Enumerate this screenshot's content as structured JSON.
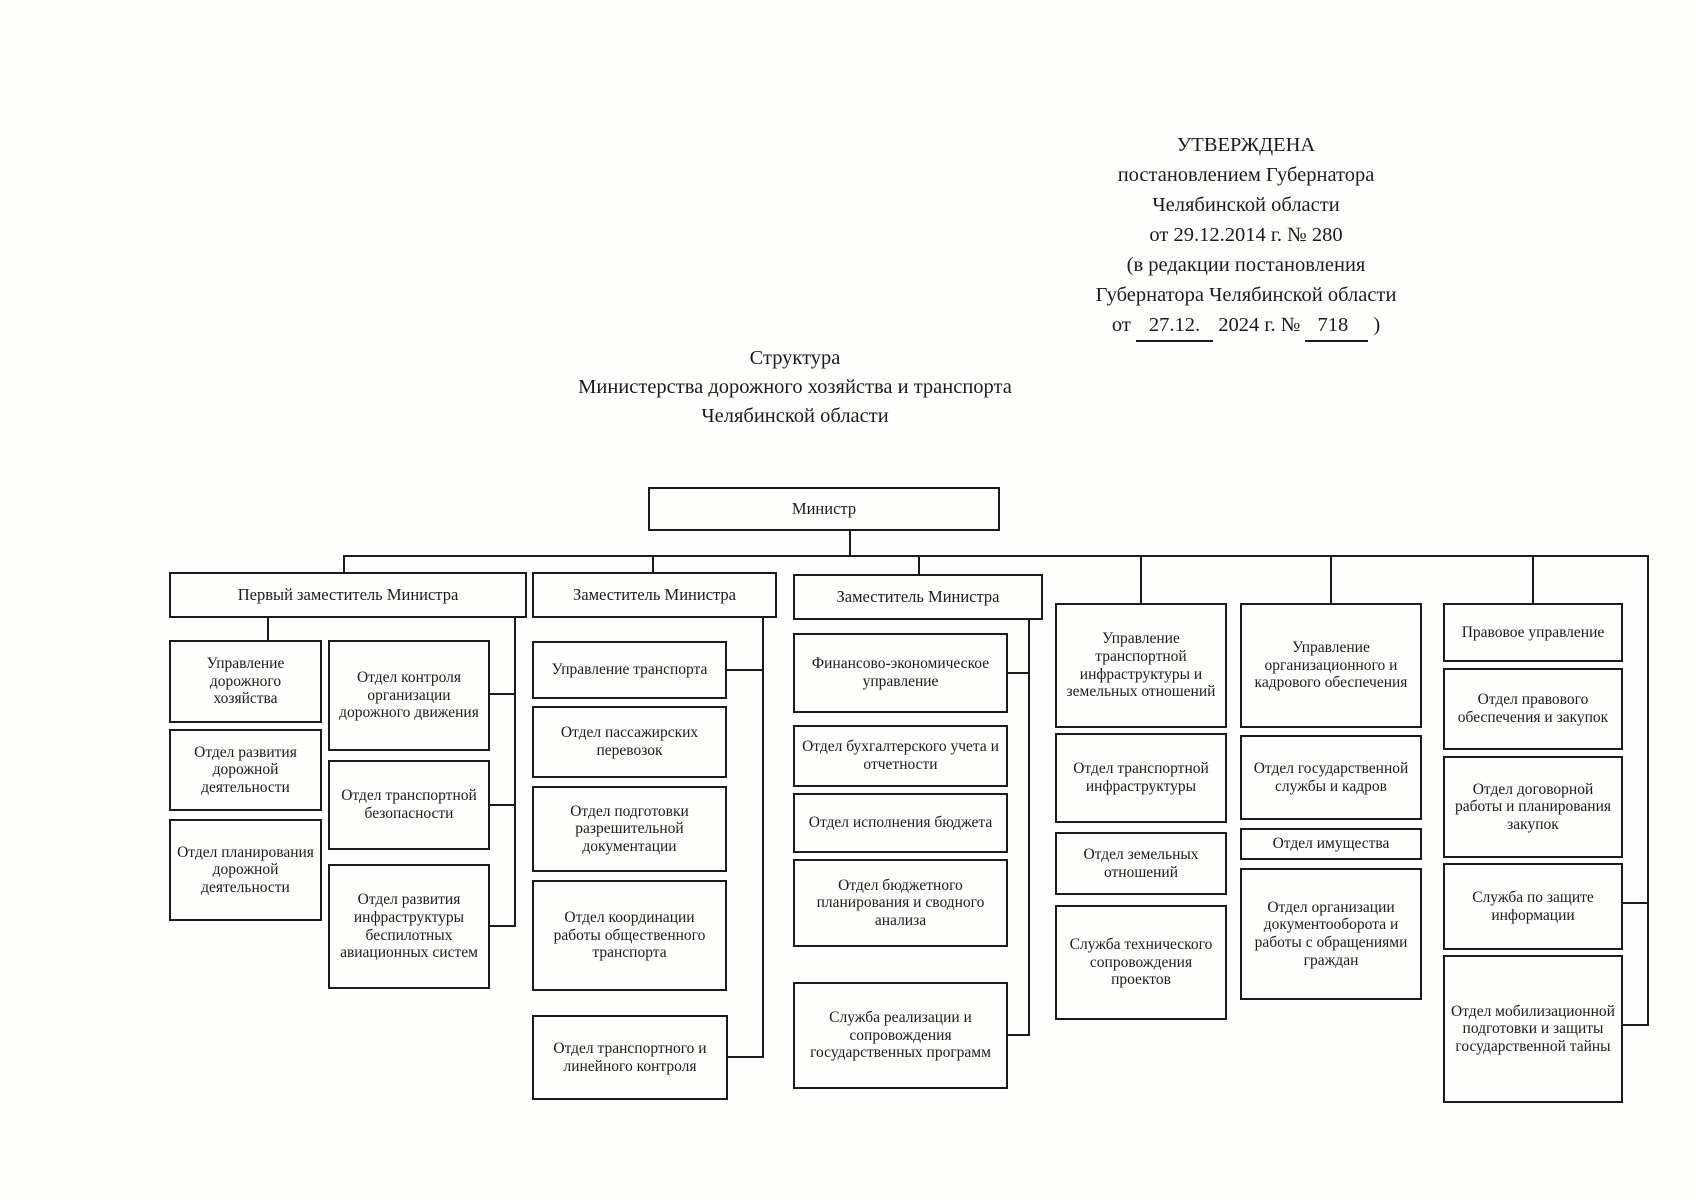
{
  "approval": {
    "lines": [
      "УТВЕРЖДЕНА",
      "постановлением Губернатора",
      "Челябинской области",
      "от 29.12.2014 г. № 280",
      "(в редакции постановления",
      "Губернатора Челябинской области"
    ],
    "last": {
      "prefix": "от",
      "date": "27.12.",
      "mid": "2024 г. №",
      "number": "718",
      "suffix": ")"
    }
  },
  "title": {
    "line1": "Структура",
    "line2": "Министерства дорожного хозяйства и транспорта",
    "line3": "Челябинской области"
  },
  "nodes": {
    "minister": "Министр",
    "first_deputy": "Первый заместитель Министра",
    "deputy_transport": "Заместитель Министра",
    "deputy_finance": "Заместитель Министра",
    "upr_dor_hoz": "Управление дорожного хозяйства",
    "otd_razv_dor": "Отдел развития дорожной деятельности",
    "otd_plan_dor": "Отдел планирования дорожной деятельности",
    "otd_kontr": "Отдел контроля организации дорожного движения",
    "otd_transp_bez": "Отдел транспортной безопасности",
    "otd_bespil": "Отдел развития инфраструктуры беспилотных авиационных систем",
    "upr_transp": "Управление транспорта",
    "otd_pass": "Отдел пассажирских перевозок",
    "otd_razresh": "Отдел подготовки разрешительной документации",
    "otd_koord": "Отдел координации работы общественного транспорта",
    "otd_lin_kontr": "Отдел транспортного и линейного контроля",
    "fin_ekon": "Финансово-экономическое управление",
    "otd_buh": "Отдел бухгалтерского учета и отчетности",
    "otd_isp_bud": "Отдел исполнения бюджета",
    "otd_bud_plan": "Отдел бюджетного планирования и сводного анализа",
    "sluzh_real": "Служба реализации и сопровождения государственных программ",
    "upr_ti": "Управление транспортной инфраструктуры и земельных отношений",
    "otd_ti": "Отдел транспортной инфраструктуры",
    "otd_zem": "Отдел земельных отношений",
    "sluzh_teh": "Служба технического сопровождения проектов",
    "upr_org": "Управление организационного и кадрового обеспечения",
    "otd_gos": "Отдел государственной службы и кадров",
    "otd_imush": "Отдел имущества",
    "otd_dokum": "Отдел организации документооборота и работы с обращениями граждан",
    "prav_upr": "Правовое управление",
    "otd_prav": "Отдел правового обеспечения и закупок",
    "otd_dogov": "Отдел договорной работы и планирования закупок",
    "sluzh_zashch": "Служба по защите информации",
    "otd_mobil": "Отдел мобилизационной подготовки и защиты государственной тайны"
  },
  "chart_data": {
    "type": "orgchart",
    "root": "minister",
    "edges": [
      [
        "minister",
        "first_deputy"
      ],
      [
        "minister",
        "deputy_transport"
      ],
      [
        "minister",
        "deputy_finance"
      ],
      [
        "minister",
        "upr_ti"
      ],
      [
        "minister",
        "upr_org"
      ],
      [
        "minister",
        "prav_upr"
      ],
      [
        "minister",
        "sluzh_zashch"
      ],
      [
        "minister",
        "otd_mobil"
      ],
      [
        "first_deputy",
        "upr_dor_hoz"
      ],
      [
        "first_deputy",
        "otd_kontr"
      ],
      [
        "first_deputy",
        "otd_transp_bez"
      ],
      [
        "first_deputy",
        "otd_bespil"
      ],
      [
        "deputy_transport",
        "upr_transp"
      ],
      [
        "deputy_transport",
        "otd_lin_kontr"
      ],
      [
        "deputy_finance",
        "fin_ekon"
      ],
      [
        "deputy_finance",
        "sluzh_real"
      ]
    ],
    "stacks": {
      "upr_dor_hoz": [
        "otd_razv_dor",
        "otd_plan_dor"
      ],
      "upr_transp": [
        "otd_pass",
        "otd_razresh",
        "otd_koord"
      ],
      "fin_ekon": [
        "otd_buh",
        "otd_isp_bud",
        "otd_bud_plan"
      ],
      "upr_ti": [
        "otd_ti",
        "otd_zem",
        "sluzh_teh"
      ],
      "upr_org": [
        "otd_gos",
        "otd_imush",
        "otd_dokum"
      ],
      "prav_upr": [
        "otd_prav",
        "otd_dogov"
      ]
    }
  }
}
